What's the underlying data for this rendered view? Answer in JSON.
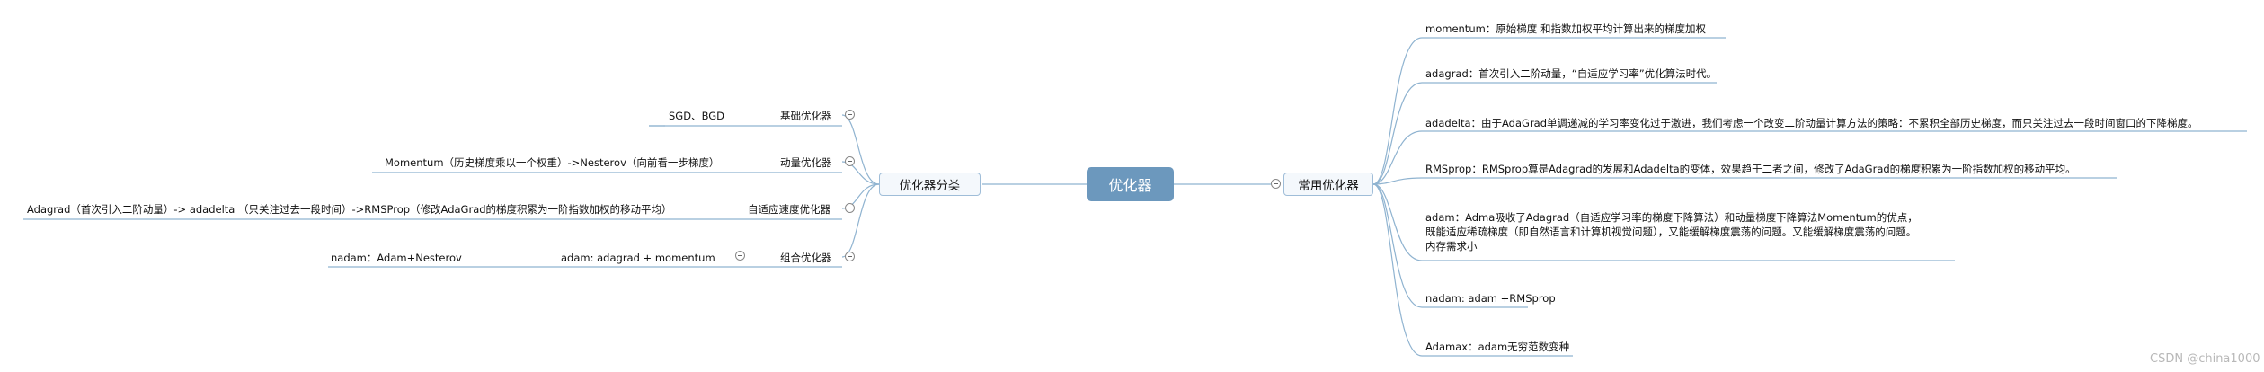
{
  "root": {
    "label": "优化器"
  },
  "left_branch": {
    "label": "优化器分类",
    "items": [
      {
        "label": "基础优化器",
        "child": "SGD、BGD"
      },
      {
        "label": "动量优化器",
        "child": "Momentum（历史梯度乘以一个权重）->Nesterov（向前看一步梯度）"
      },
      {
        "label": "自适应速度优化器",
        "child": "Adagrad（首次引入二阶动量）-> adadelta （只关注过去一段时间）->RMSProp（修改AdaGrad的梯度积累为一阶指数加权的移动平均）"
      },
      {
        "label": "组合优化器",
        "child": "adam: adagrad + momentum",
        "grandchild": "nadam：Adam+Nesterov"
      }
    ]
  },
  "right_branch": {
    "label": "常用优化器",
    "items": [
      {
        "text": "momentum：原始梯度 和指数加权平均计算出来的梯度加权"
      },
      {
        "text": "adagrad：首次引入二阶动量，“自适应学习率”优化算法时代。"
      },
      {
        "text": "adadelta：由于AdaGrad单调递减的学习率变化过于激进，我们考虑一个改变二阶动量计算方法的策略：不累积全部历史梯度，而只关注过去一段时间窗口的下降梯度。"
      },
      {
        "text": "RMSprop：RMSprop算是Adagrad的发展和Adadelta的变体，效果趋于二者之间，修改了AdaGrad的梯度积累为一阶指数加权的移动平均。"
      },
      {
        "lines": [
          "adam：Adma吸收了Adagrad（自适应学习率的梯度下降算法）和动量梯度下降算法Momentum的优点，",
          "既能适应稀疏梯度（即自然语言和计算机视觉问题），又能缓解梯度震荡的问题。又能缓解梯度震荡的问题。",
          "内存需求小"
        ]
      },
      {
        "text": "nadam: adam +RMSprop"
      },
      {
        "text": "Adamax：adam无穷范数变种"
      }
    ]
  },
  "watermark": "CSDN @china1000"
}
